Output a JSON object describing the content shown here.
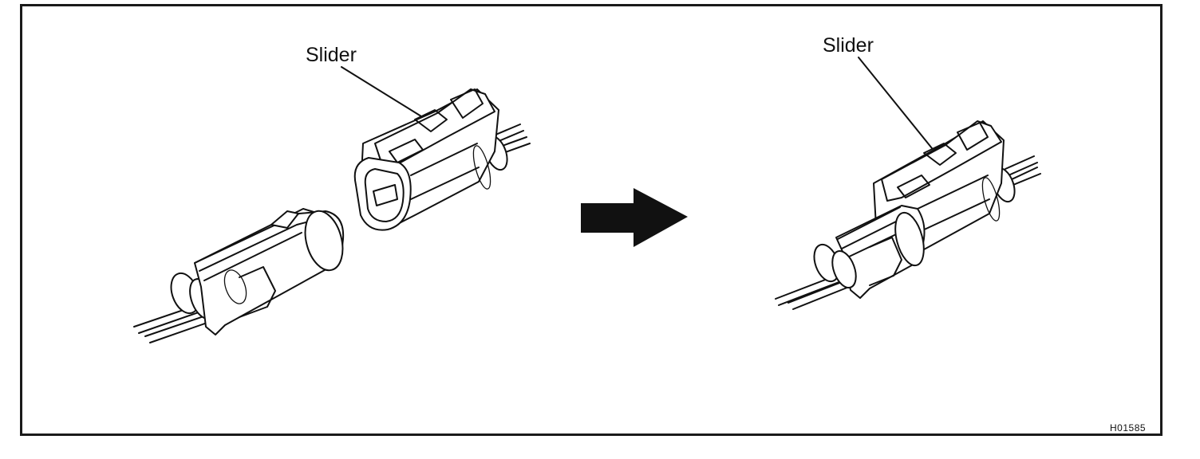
{
  "figure": {
    "label_left": "Slider",
    "label_right": "Slider",
    "code": "H01585"
  }
}
